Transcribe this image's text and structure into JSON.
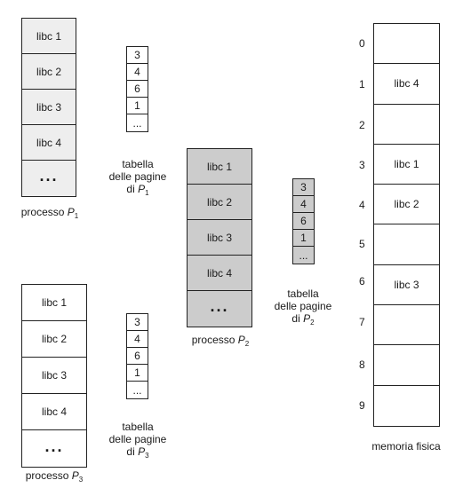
{
  "processes": [
    {
      "label_prefix": "processo ",
      "name_letter": "P",
      "name_sub": "1",
      "pages": [
        "libc 1",
        "libc 2",
        "libc 3",
        "libc 4",
        "..."
      ]
    },
    {
      "label_prefix": "processo ",
      "name_letter": "P",
      "name_sub": "2",
      "pages": [
        "libc 1",
        "libc 2",
        "libc 3",
        "libc 4",
        "..."
      ]
    },
    {
      "label_prefix": "processo ",
      "name_letter": "P",
      "name_sub": "3",
      "pages": [
        "libc 1",
        "libc 2",
        "libc 3",
        "libc 4",
        "..."
      ]
    }
  ],
  "page_tables": [
    {
      "line1": "tabella",
      "line2": "delle pagine",
      "line3_prefix": "di ",
      "name_letter": "P",
      "name_sub": "1",
      "entries": [
        "3",
        "4",
        "6",
        "1",
        "..."
      ]
    },
    {
      "line1": "tabella",
      "line2": "delle pagine",
      "line3_prefix": "di ",
      "name_letter": "P",
      "name_sub": "2",
      "entries": [
        "3",
        "4",
        "6",
        "1",
        "..."
      ]
    },
    {
      "line1": "tabella",
      "line2": "delle pagine",
      "line3_prefix": "di ",
      "name_letter": "P",
      "name_sub": "3",
      "entries": [
        "3",
        "4",
        "6",
        "1",
        "..."
      ]
    }
  ],
  "physical_memory": {
    "label": "memoria fisica",
    "frames": [
      {
        "index": "0",
        "content": ""
      },
      {
        "index": "1",
        "content": "libc 4"
      },
      {
        "index": "2",
        "content": ""
      },
      {
        "index": "3",
        "content": "libc 1"
      },
      {
        "index": "4",
        "content": "libc 2"
      },
      {
        "index": "5",
        "content": ""
      },
      {
        "index": "6",
        "content": "libc 3"
      },
      {
        "index": "7",
        "content": ""
      },
      {
        "index": "8",
        "content": ""
      },
      {
        "index": "9",
        "content": ""
      }
    ]
  }
}
